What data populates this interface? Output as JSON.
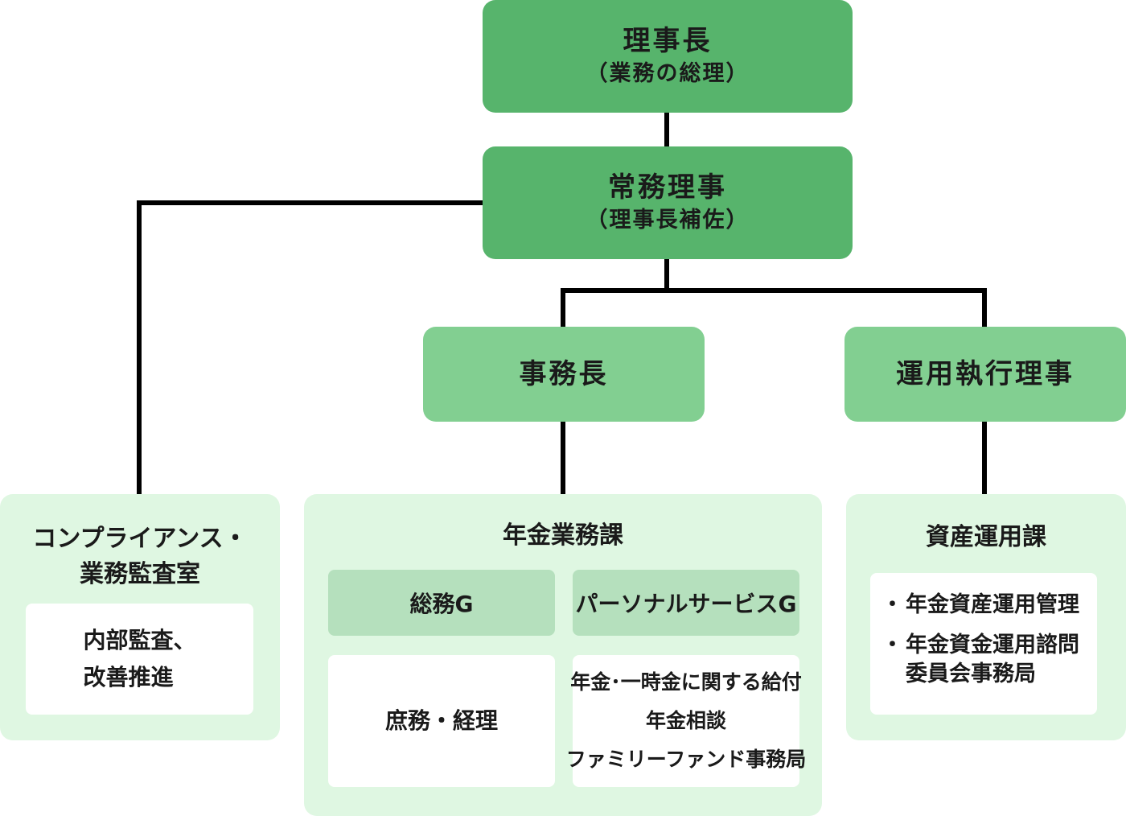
{
  "chairman": {
    "title": "理事長",
    "role": "（業務の総理）"
  },
  "executive_director": {
    "title": "常務理事",
    "role": "（理事長補佐）"
  },
  "secretary_general": {
    "title": "事務長"
  },
  "investment_director": {
    "title": "運用執行理事"
  },
  "compliance": {
    "title_line1": "コンプライアンス・",
    "title_line2": "業務監査室",
    "duties_line1": "内部監査、",
    "duties_line2": "改善推進"
  },
  "pension_section": {
    "title": "年金業務課",
    "groups": [
      {
        "name": "総務G",
        "duties": [
          "庶務・経理"
        ]
      },
      {
        "name": "パーソナルサービスG",
        "duties": [
          "年金･一時金に関する給付",
          "年金相談",
          "ファミリーファンド事務局"
        ]
      }
    ]
  },
  "asset_section": {
    "title": "資産運用課",
    "duties": [
      {
        "line1": "年金資産運用管理"
      },
      {
        "line1": "年金資金運用諮問",
        "line2": "委員会事務局"
      }
    ]
  },
  "colors": {
    "level1": "#57b46c",
    "level2": "#82cf91",
    "section_bg": "#dff7e2",
    "group_header": "#b5e0bd",
    "connector": "#000000"
  }
}
